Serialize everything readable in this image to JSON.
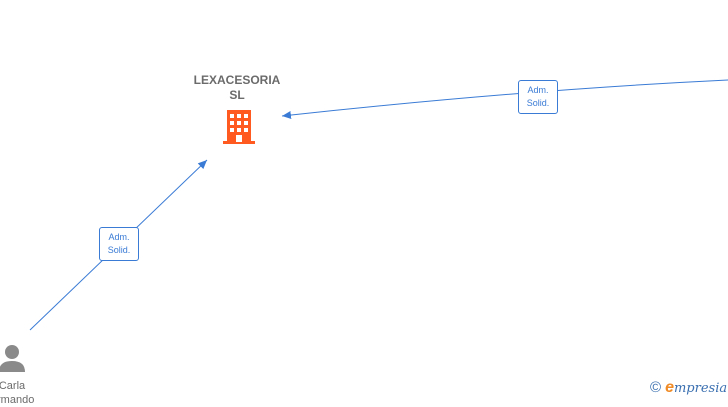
{
  "company": {
    "name_line1": "LEXACESORIA",
    "name_line2": "SL",
    "icon": "building-icon",
    "color": "#ff5a1f"
  },
  "edges": [
    {
      "role_line1": "Adm.",
      "role_line2": "Solid."
    },
    {
      "role_line1": "Adm.",
      "role_line2": "Solid."
    }
  ],
  "person": {
    "name_line1": "Carla",
    "name_line2": "Armando",
    "icon": "person-icon"
  },
  "watermark": {
    "copyright": "©",
    "brand_initial": "e",
    "brand_rest": "mpresia"
  },
  "colors": {
    "edge": "#3a7bd5",
    "text": "#6b6b6b",
    "person_icon": "#8a8a8a"
  }
}
